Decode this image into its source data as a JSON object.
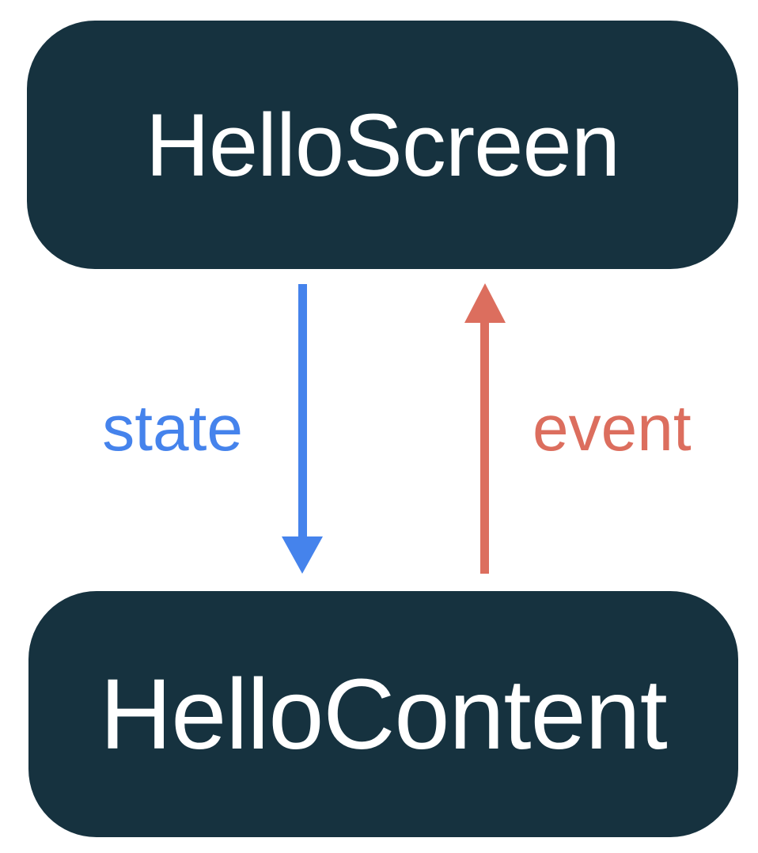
{
  "diagram": {
    "type": "unidirectional-data-flow",
    "background": "#FFFFFF",
    "nodes": [
      {
        "id": "hello-screen",
        "label": "HelloScreen",
        "fill": "#16323F",
        "text_color": "#FFFFFF"
      },
      {
        "id": "hello-content",
        "label": "HelloContent",
        "fill": "#16323F",
        "text_color": "#FFFFFF"
      }
    ],
    "edges": [
      {
        "id": "state",
        "label": "state",
        "from": "HelloScreen",
        "to": "HelloContent",
        "direction": "down",
        "color": "#4583EC"
      },
      {
        "id": "event",
        "label": "event",
        "from": "HelloContent",
        "to": "HelloScreen",
        "direction": "up",
        "color": "#DC6E5E"
      }
    ]
  }
}
